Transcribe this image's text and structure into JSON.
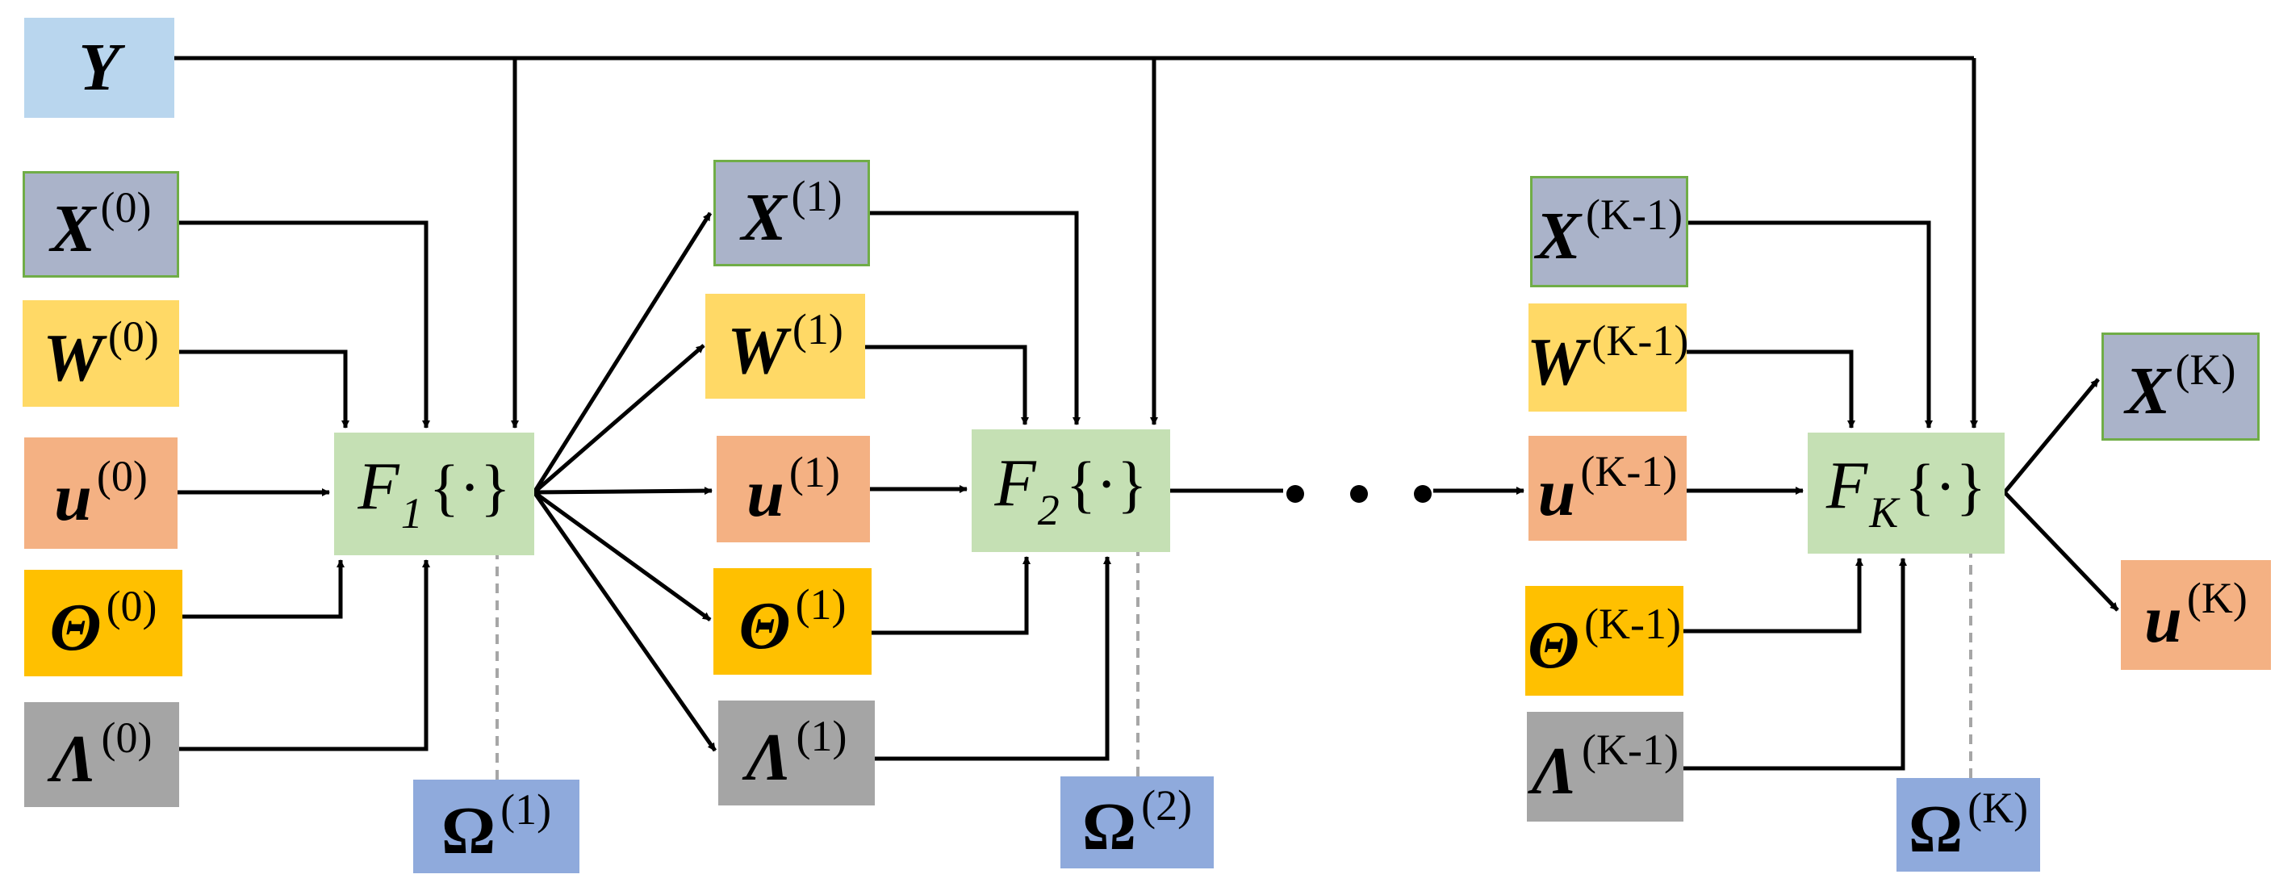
{
  "colors": {
    "Y": "#b9d6ee",
    "X": "#aab3c9",
    "W": "#ffd966",
    "u": "#f4b183",
    "Theta": "#ffc000",
    "Lambda": "#a5a5a5",
    "F": "#c5e0b4",
    "Omega": "#8faadc",
    "border_green": "#70ad47",
    "line": "#000000",
    "dashed": "#a6a6a6"
  },
  "nodes": {
    "Y": {
      "sym": "Y",
      "sup": ""
    },
    "X0": {
      "sym": "X",
      "sup": "(0)"
    },
    "W0": {
      "sym": "W",
      "sup": "(0)"
    },
    "u0": {
      "sym": "u",
      "sup": "(0)"
    },
    "Th0": {
      "sym": "Θ",
      "sup": "(0)"
    },
    "L0": {
      "sym": "Λ",
      "sup": "(0)"
    },
    "X1": {
      "sym": "X",
      "sup": "(1)"
    },
    "W1": {
      "sym": "W",
      "sup": "(1)"
    },
    "u1": {
      "sym": "u",
      "sup": "(1)"
    },
    "Th1": {
      "sym": "Θ",
      "sup": "(1)"
    },
    "L1": {
      "sym": "Λ",
      "sup": "(1)"
    },
    "XK1": {
      "sym": "X",
      "sup": "(K-1)"
    },
    "WK1": {
      "sym": "W",
      "sup": "(K-1)"
    },
    "uK1": {
      "sym": "u",
      "sup": "(K-1)"
    },
    "ThK1": {
      "sym": "Θ",
      "sup": "(K-1)"
    },
    "LK1": {
      "sym": "Λ",
      "sup": "(K-1)"
    },
    "XK": {
      "sym": "X",
      "sup": "(K)"
    },
    "uK": {
      "sym": "u",
      "sup": "(K)"
    },
    "O1": {
      "sym": "Ω",
      "sup": "(1)"
    },
    "O2": {
      "sym": "Ω",
      "sup": "(2)"
    },
    "OK": {
      "sym": "Ω",
      "sup": "(K)"
    },
    "F1": {
      "name": "F",
      "sub": "1",
      "arg": "{·}"
    },
    "F2": {
      "name": "F",
      "sub": "2",
      "arg": "{·}"
    },
    "FK": {
      "name": "F",
      "sub": "K",
      "arg": "{·}"
    }
  }
}
